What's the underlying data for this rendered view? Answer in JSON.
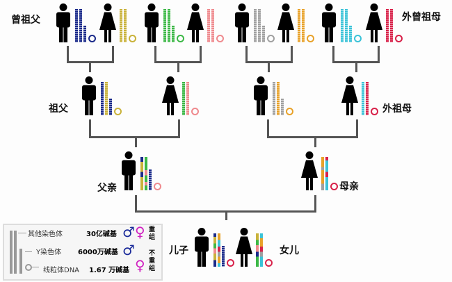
{
  "labels": {
    "great_grandfather": "曾祖父",
    "maternal_great_grandmother": "外曾祖母",
    "grandfather": "祖父",
    "maternal_grandmother": "外祖母",
    "father": "父亲",
    "mother": "母亲",
    "son": "儿子",
    "daughter": "女儿"
  },
  "legend": {
    "other_chromosomes": "其他染色体",
    "other_size": "30亿碱基",
    "y_chromosome": "Y染色体",
    "y_size": "6000万碱基",
    "mtdna": "线粒体DNA",
    "mtdna_size": "1.67 万碱基",
    "recombine": "重组",
    "no_recombine": "不重组",
    "male_symbol": "♂",
    "female_symbol": "♀"
  }
}
